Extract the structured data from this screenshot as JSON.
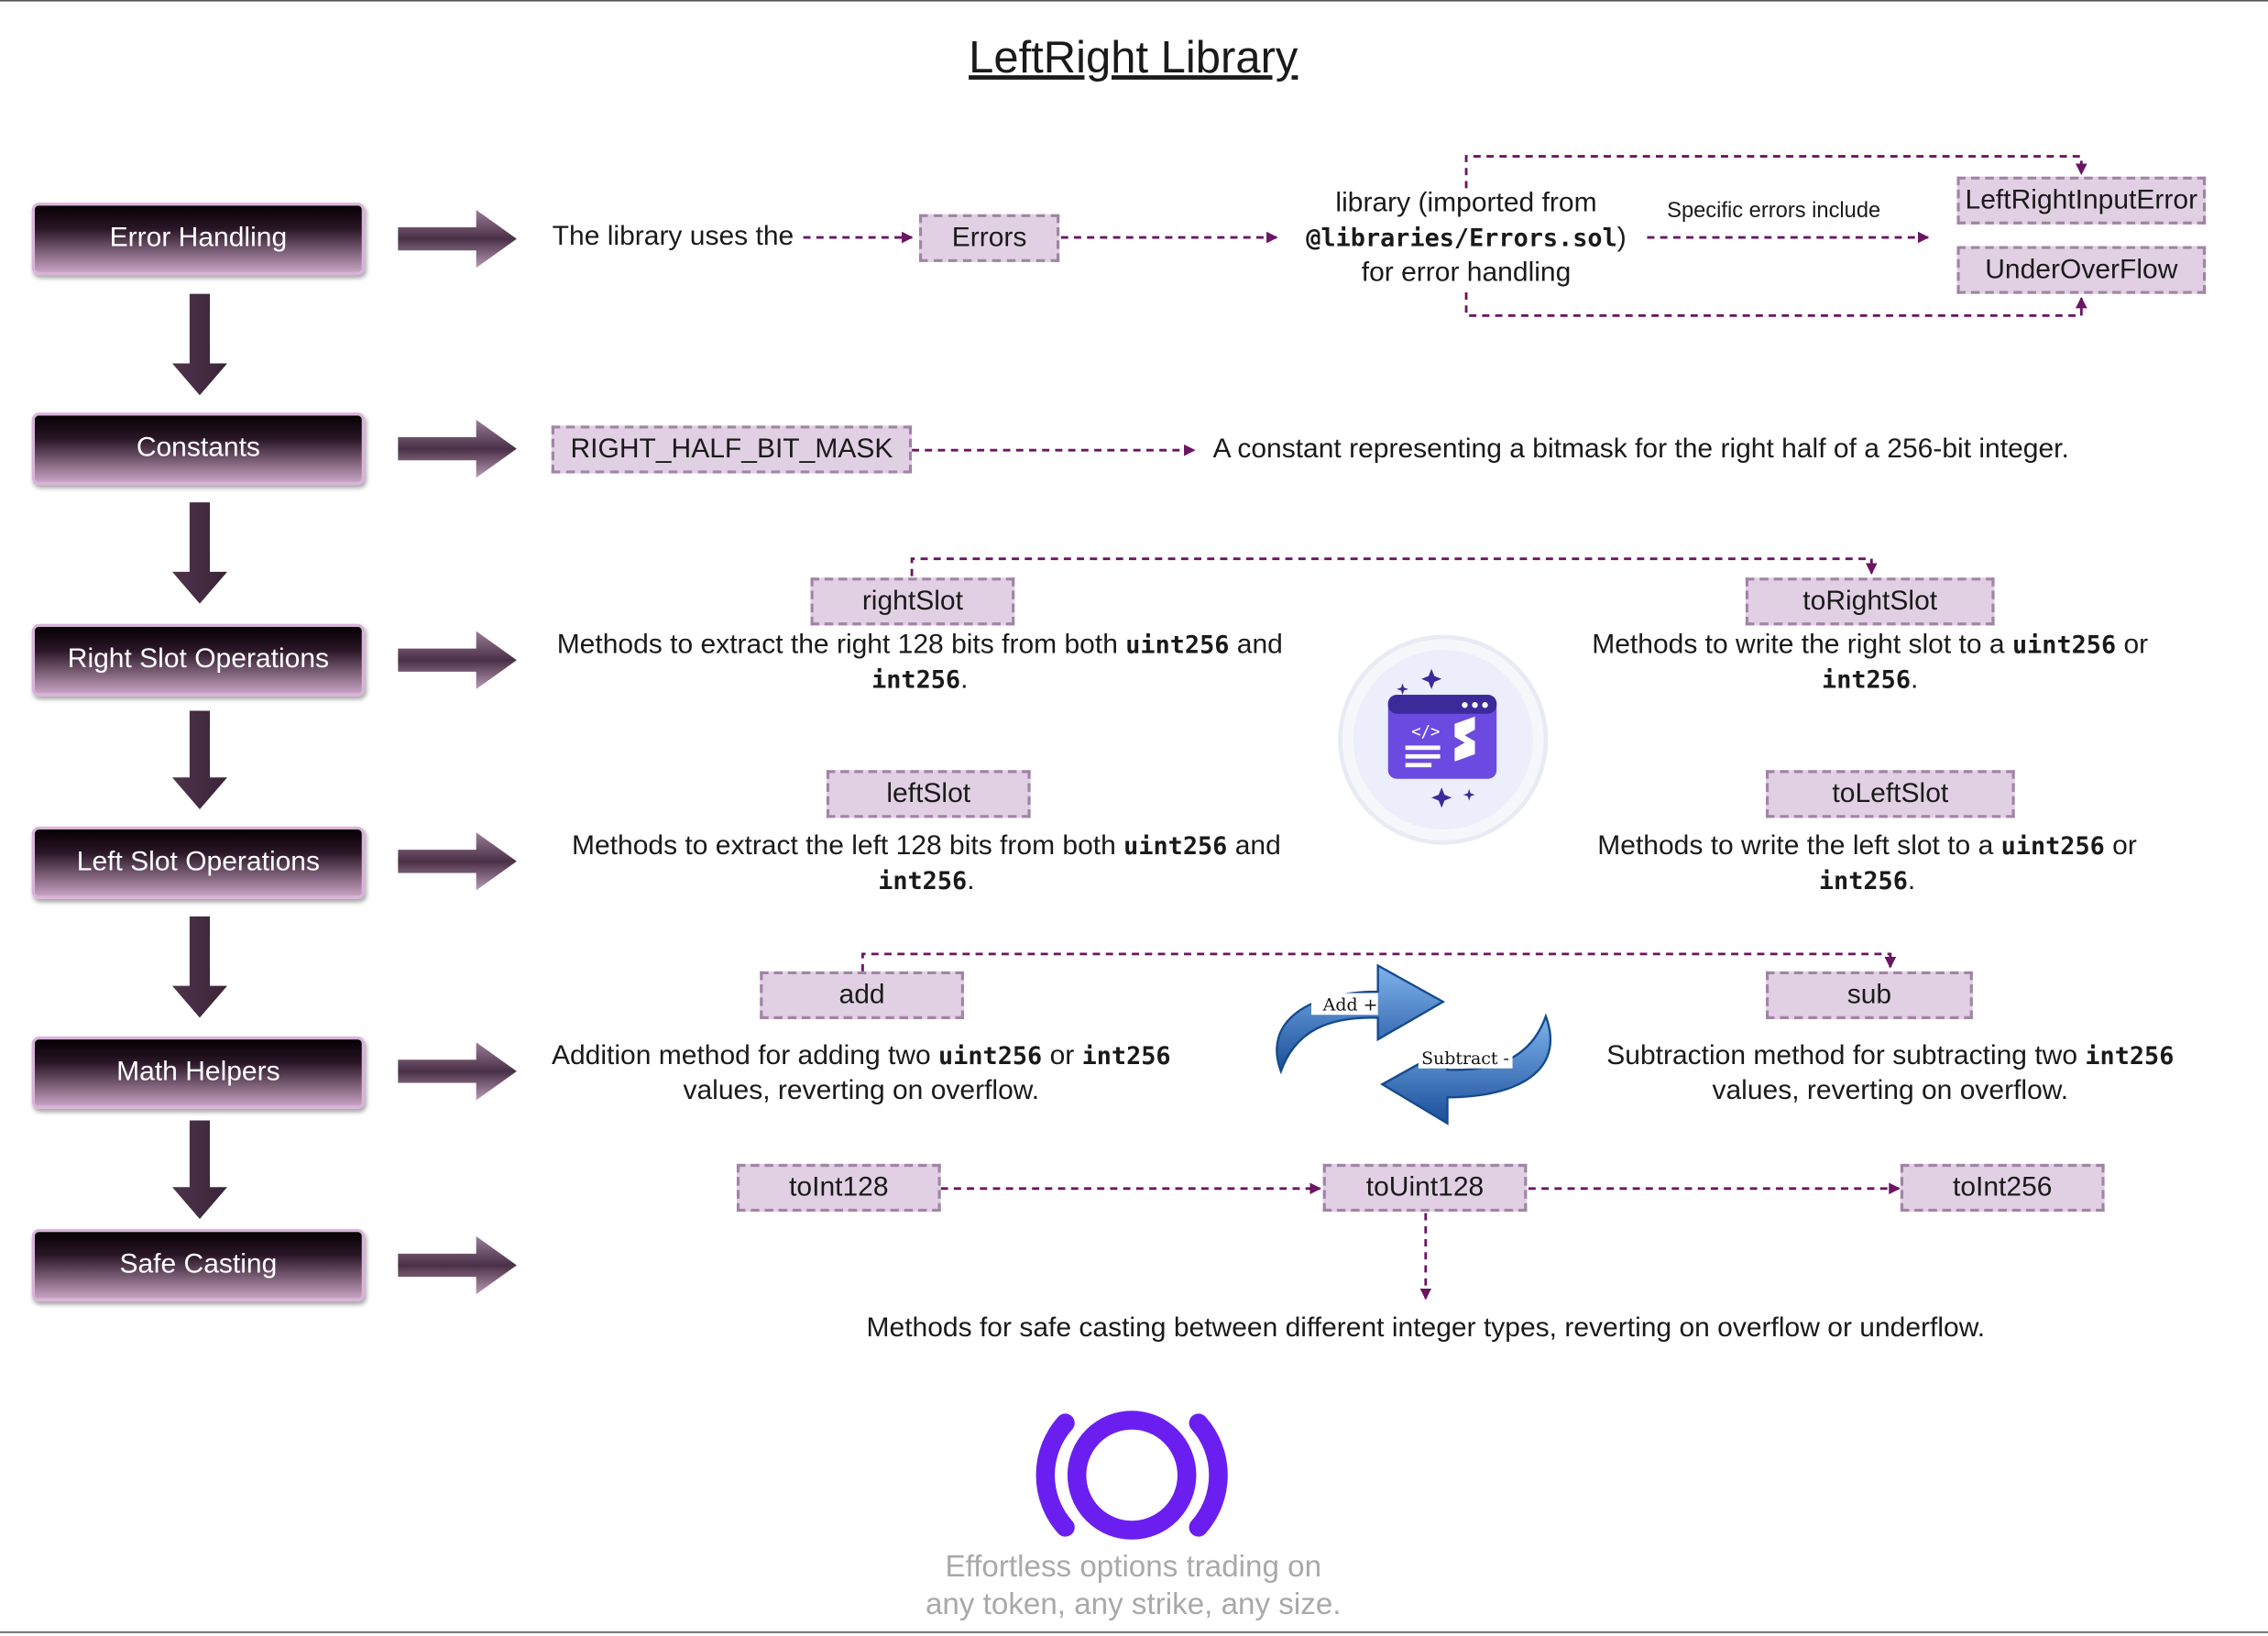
{
  "title": "LeftRight Library",
  "colors": {
    "connector": "#6b1563",
    "tag_fill": "#e1d0e3",
    "tag_border": "#a184a6",
    "stage_dark": "#050003",
    "stage_light": "#c8a3c3",
    "logo_purple": "#6a1ff0"
  },
  "stages": [
    {
      "label": "Error Handling"
    },
    {
      "label": "Constants"
    },
    {
      "label": "Right Slot Operations"
    },
    {
      "label": "Left Slot Operations"
    },
    {
      "label": "Math Helpers"
    },
    {
      "label": "Safe Casting"
    }
  ],
  "error_handling": {
    "intro": "The library uses the",
    "errors_tag": "Errors",
    "library_line1": "library (imported from",
    "library_path": "@libraries/Errors.sol",
    "library_close": ")",
    "library_line3": "for error handling",
    "specific_label": "Specific errors include",
    "error_1": "LeftRightInputError",
    "error_2": "UnderOverFlow"
  },
  "constants": {
    "tag": "RIGHT_HALF_BIT_MASK",
    "description": "A constant representing a bitmask for the right half of a 256-bit integer."
  },
  "right_slot": {
    "tag_read": "rightSlot",
    "read_desc_a": "Methods to extract the right 128 bits from both ",
    "read_desc_code1": "uint256",
    "read_desc_b": " and",
    "read_desc_code2": "int256",
    "read_desc_end": ".",
    "tag_write": "toRightSlot",
    "write_desc_a": "Methods to write the right slot to a ",
    "write_desc_code1": "uint256",
    "write_desc_b": " or",
    "write_desc_code2": "int256",
    "write_desc_end": "."
  },
  "left_slot": {
    "tag_read": "leftSlot",
    "read_desc_a": "Methods to extract the left 128 bits from both ",
    "read_desc_code1": "uint256",
    "read_desc_b": " and",
    "read_desc_code2": "int256",
    "read_desc_end": ".",
    "tag_write": "toLeftSlot",
    "write_desc_a": "Methods to write the left slot to a ",
    "write_desc_code1": "uint256",
    "write_desc_b": " or",
    "write_desc_code2": "int256",
    "write_desc_end": "."
  },
  "math": {
    "tag_add": "add",
    "add_desc_a": "Addition method for adding two ",
    "add_desc_code1": "uint256",
    "add_desc_b": " or ",
    "add_desc_code2": "int256",
    "add_desc_line2": "values, reverting on overflow.",
    "tag_sub": "sub",
    "sub_desc_a": "Subtraction method for subtracting two ",
    "sub_desc_code1": "int256",
    "sub_desc_line2": "values, reverting on overflow.",
    "icon_add_label": "Add +",
    "icon_sub_label": "Subtract -"
  },
  "casting": {
    "tag_1": "toInt128",
    "tag_2": "toUint128",
    "tag_3": "toInt256",
    "description": "Methods for safe casting between different integer types, reverting on overflow or underflow."
  },
  "tagline_line1": "Effortless options trading on",
  "tagline_line2": "any token, any strike, any size.",
  "icons": [
    "code-window-icon",
    "add-subtract-arrows-icon",
    "brand-logo-icon",
    "right-arrow-icon",
    "down-arrow-icon"
  ]
}
